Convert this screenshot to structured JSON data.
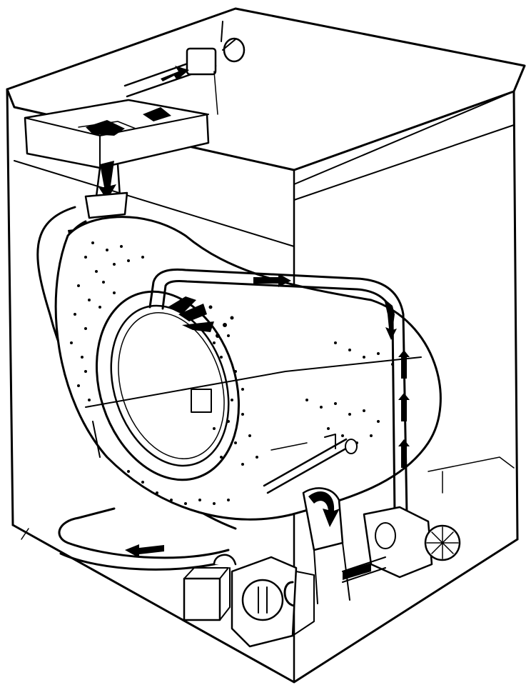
{
  "colors": {
    "ink": "#000000",
    "paper": "#ffffff"
  },
  "flow_arrows": [
    {
      "name": "arrow-hose-top",
      "direction": "right"
    },
    {
      "name": "arrow-hose-right-down",
      "direction": "down"
    },
    {
      "name": "arrow-riser-up-1",
      "direction": "up"
    },
    {
      "name": "arrow-riser-up-2",
      "direction": "up"
    },
    {
      "name": "arrow-riser-up-3",
      "direction": "up"
    },
    {
      "name": "arrow-drain-hose-bottom",
      "direction": "left"
    },
    {
      "name": "arrow-inlet-down",
      "direction": "down"
    },
    {
      "name": "arrow-sump-down",
      "direction": "down"
    },
    {
      "name": "arrow-inlet-valve",
      "direction": "left"
    }
  ]
}
